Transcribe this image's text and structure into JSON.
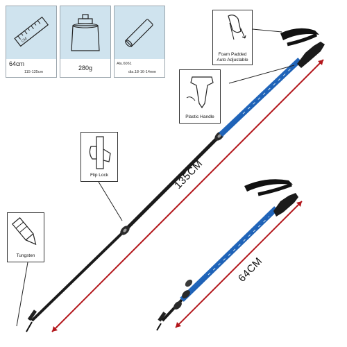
{
  "specs": {
    "length": {
      "collapsed": "64cm",
      "range": "115-135cm",
      "ruler_mark": "CM"
    },
    "weight": {
      "value": "280g"
    },
    "material": {
      "alloy": "Alu.6061",
      "diameters": "dia.18-16-14mm"
    }
  },
  "callouts": {
    "foam_handle": {
      "line1": "Foam Padded",
      "line2": "Auto Adjustable"
    },
    "plastic_handle": {
      "label": "Plastic Handle"
    },
    "flip_lock": {
      "label": "Flip Lock"
    },
    "tungsten": {
      "label": "Tungsten"
    }
  },
  "dimensions": {
    "extended": "135CM",
    "collapsed": "64CM"
  },
  "colors": {
    "shaft_blue": "#1f63b8",
    "shaft_black": "#1a1a1a",
    "dimension_red": "#b3161b",
    "icon_bg": "#cfe3ee"
  }
}
